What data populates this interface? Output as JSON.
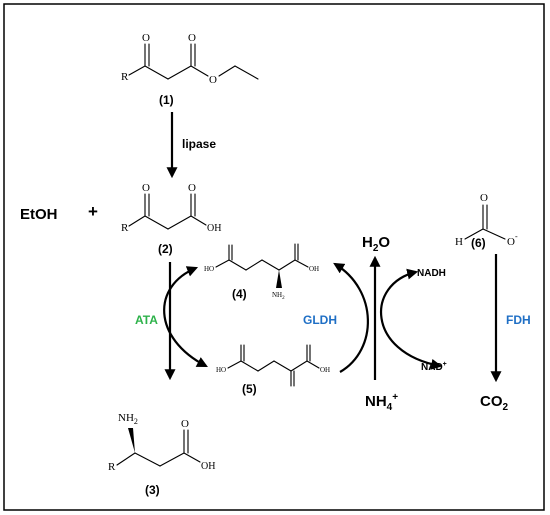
{
  "compounds": {
    "c1": {
      "label": "(1)",
      "r": "R",
      "o1": "O",
      "o2": "O",
      "o3": "O"
    },
    "c2": {
      "label": "(2)",
      "r": "R",
      "o1": "O",
      "o2": "O",
      "oh": "OH"
    },
    "c3": {
      "label": "(3)",
      "r": "R",
      "nh2": "NH",
      "nh2_sub": "2",
      "o": "O",
      "oh": "OH"
    },
    "c4": {
      "label": "(4)",
      "ho": "HO",
      "oh": "OH",
      "nh2": "NH",
      "nh2_sub": "2"
    },
    "c5": {
      "label": "(5)",
      "ho": "HO",
      "oh": "OH"
    },
    "c6": {
      "label": "(6)",
      "h": "H",
      "o": "O",
      "o_minus": "O",
      "minus": "-"
    }
  },
  "reagents": {
    "etoh": "EtOH",
    "plus": "+",
    "h2o_main": "H",
    "h2o_sub": "2",
    "h2o_end": "O",
    "nh4_main": "NH",
    "nh4_sub": "4",
    "nh4_sup": "+",
    "co2_main": "CO",
    "co2_sub": "2",
    "nadh": "NADH",
    "nad_main": "NAD",
    "nad_sup": "+"
  },
  "enzymes": {
    "lipase": "lipase",
    "ata": "ATA",
    "gldh": "GLDH",
    "fdh": "FDH"
  },
  "colors": {
    "ata": "#2db24a",
    "gldh": "#1f6fc5",
    "fdh": "#1f6fc5",
    "border": "#000000"
  }
}
